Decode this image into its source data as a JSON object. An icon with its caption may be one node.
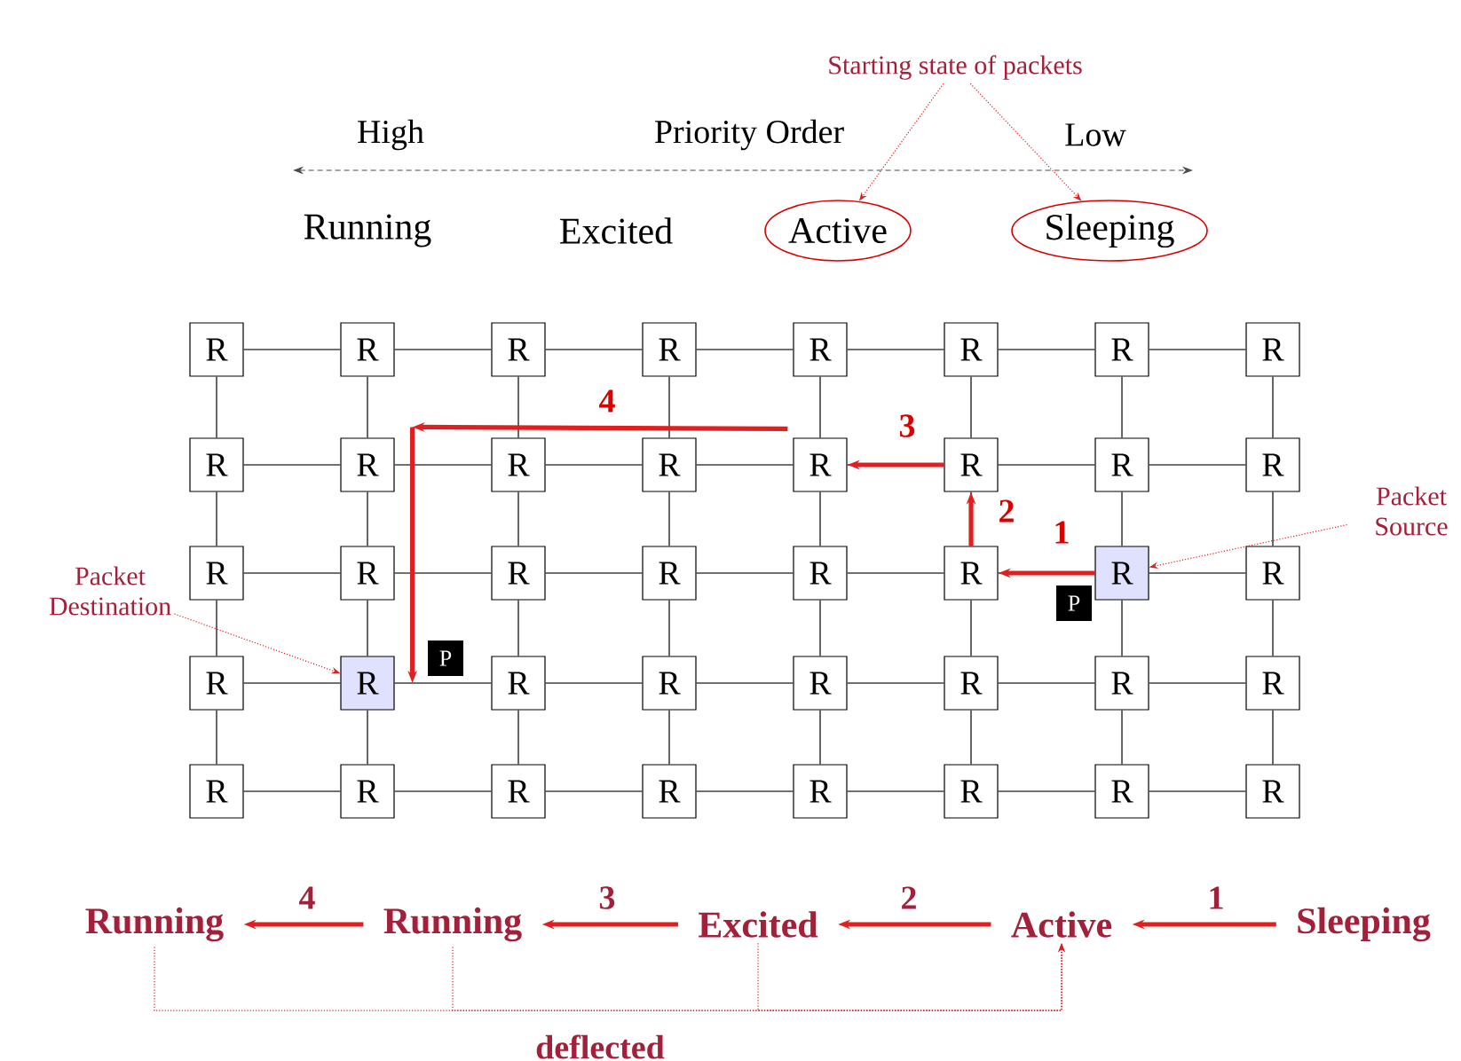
{
  "diagram": {
    "nodes": [
      {
        "text": [
          "Starting state of packets"
        ]
      },
      {
        "text": [
          "Active"
        ]
      },
      {
        "text": [
          "Sleeping"
        ]
      },
      {
        "text": [
          "R"
        ]
      },
      {
        "text": [
          "R"
        ]
      },
      {
        "text": [
          "R"
        ]
      },
      {
        "text": [
          "R"
        ]
      },
      {
        "text": [
          "R"
        ]
      },
      {
        "text": [
          "R"
        ]
      },
      {
        "text": [
          "R"
        ]
      },
      {
        "text": [
          "R"
        ]
      },
      {
        "text": [
          "R"
        ]
      },
      {
        "text": [
          "R"
        ]
      },
      {
        "text": [
          "R"
        ]
      },
      {
        "text": [
          "R"
        ]
      },
      {
        "text": [
          "R"
        ]
      },
      {
        "text": [
          "R"
        ]
      },
      {
        "text": [
          "R"
        ]
      },
      {
        "text": [
          "R"
        ]
      },
      {
        "text": [
          "R"
        ]
      },
      {
        "text": [
          "R"
        ]
      },
      {
        "text": [
          "R"
        ]
      },
      {
        "text": [
          "R"
        ]
      },
      {
        "text": [
          "R"
        ]
      },
      {
        "text": [
          "R"
        ]
      },
      {
        "text": [
          "R"
        ]
      },
      {
        "text": [
          "R"
        ]
      },
      {
        "text": [
          "R"
        ]
      },
      {
        "text": [
          "R"
        ]
      },
      {
        "text": [
          "R"
        ]
      },
      {
        "text": [
          "R"
        ]
      },
      {
        "text": [
          "R"
        ]
      },
      {
        "text": [
          "R"
        ]
      },
      {
        "text": [
          "R"
        ]
      },
      {
        "text": [
          "R"
        ]
      },
      {
        "text": [
          "R"
        ]
      },
      {
        "text": [
          "R"
        ]
      },
      {
        "text": [
          "R"
        ]
      },
      {
        "text": [
          "R"
        ]
      },
      {
        "text": [
          "R"
        ]
      },
      {
        "text": [
          "R"
        ]
      },
      {
        "text": [
          "R"
        ]
      },
      {
        "text": [
          "R"
        ]
      },
      {
        "text": [
          "Packet Source"
        ]
      },
      {
        "text": [
          "Packet Destination"
        ]
      },
      {
        "text": [
          "P"
        ]
      },
      {
        "text": [
          "P"
        ]
      },
      {
        "text": [
          "Running"
        ]
      },
      {
        "text": [
          "Running"
        ]
      },
      {
        "text": [
          "Excited"
        ]
      },
      {
        "text": [
          "Active"
        ]
      },
      {
        "text": [
          "Sleeping"
        ]
      }
    ],
    "edges": [
      {
        "from": 3,
        "to": 4,
        "arrow": "none"
      },
      {
        "from": 4,
        "to": 5,
        "arrow": "none"
      },
      {
        "from": 5,
        "to": 6,
        "arrow": "none"
      },
      {
        "from": 6,
        "to": 7,
        "arrow": "none"
      },
      {
        "from": 7,
        "to": 8,
        "arrow": "none"
      },
      {
        "from": 8,
        "to": 9,
        "arrow": "none"
      },
      {
        "from": 9,
        "to": 10,
        "arrow": "none"
      },
      {
        "from": 11,
        "to": 12,
        "arrow": "none"
      },
      {
        "from": 12,
        "to": 13,
        "arrow": "none"
      },
      {
        "from": 13,
        "to": 14,
        "arrow": "none"
      },
      {
        "from": 14,
        "to": 15,
        "arrow": "none"
      },
      {
        "from": 15,
        "to": 16,
        "arrow": "none"
      },
      {
        "from": 16,
        "to": 17,
        "arrow": "none"
      },
      {
        "from": 17,
        "to": 18,
        "arrow": "none"
      },
      {
        "from": 19,
        "to": 20,
        "arrow": "none"
      },
      {
        "from": 20,
        "to": 21,
        "arrow": "none"
      },
      {
        "from": 21,
        "to": 22,
        "arrow": "none"
      },
      {
        "from": 22,
        "to": 23,
        "arrow": "none"
      },
      {
        "from": 23,
        "to": 24,
        "arrow": "none"
      },
      {
        "from": 24,
        "to": 25,
        "arrow": "none"
      },
      {
        "from": 25,
        "to": 26,
        "arrow": "none"
      },
      {
        "from": 27,
        "to": 28,
        "arrow": "none"
      },
      {
        "from": 28,
        "to": 29,
        "arrow": "none"
      },
      {
        "from": 29,
        "to": 30,
        "arrow": "none"
      },
      {
        "from": 30,
        "to": 31,
        "arrow": "none"
      },
      {
        "from": 31,
        "to": 32,
        "arrow": "none"
      },
      {
        "from": 32,
        "to": 33,
        "arrow": "none"
      },
      {
        "from": 33,
        "to": 34,
        "arrow": "none"
      },
      {
        "from": 35,
        "to": 36,
        "arrow": "none"
      },
      {
        "from": 36,
        "to": 37,
        "arrow": "none"
      },
      {
        "from": 37,
        "to": 38,
        "arrow": "none"
      },
      {
        "from": 38,
        "to": 39,
        "arrow": "none"
      },
      {
        "from": 39,
        "to": 40,
        "arrow": "none"
      },
      {
        "from": 40,
        "to": 41,
        "arrow": "none"
      },
      {
        "from": 41,
        "to": 42,
        "arrow": "none"
      },
      {
        "from": 3,
        "to": 11,
        "arrow": "none"
      },
      {
        "from": 4,
        "to": 12,
        "arrow": "none"
      },
      {
        "from": 5,
        "to": 13,
        "arrow": "none"
      },
      {
        "from": 6,
        "to": 14,
        "arrow": "none"
      },
      {
        "from": 7,
        "to": 15,
        "arrow": "none"
      },
      {
        "from": 8,
        "to": 16,
        "arrow": "none"
      },
      {
        "from": 9,
        "to": 17,
        "arrow": "none"
      },
      {
        "from": 10,
        "to": 18,
        "arrow": "none"
      },
      {
        "from": 11,
        "to": 19,
        "arrow": "none"
      },
      {
        "from": 12,
        "to": 20,
        "arrow": "none"
      },
      {
        "from": 13,
        "to": 21,
        "arrow": "none"
      },
      {
        "from": 14,
        "to": 22,
        "arrow": "none"
      },
      {
        "from": 15,
        "to": 23,
        "arrow": "none"
      },
      {
        "from": 16,
        "to": 24,
        "arrow": "none"
      },
      {
        "from": 17,
        "to": 25,
        "arrow": "none"
      },
      {
        "from": 18,
        "to": 26,
        "arrow": "none"
      },
      {
        "from": 19,
        "to": 27,
        "arrow": "none"
      },
      {
        "from": 20,
        "to": 28,
        "arrow": "none"
      },
      {
        "from": 21,
        "to": 29,
        "arrow": "none"
      },
      {
        "from": 22,
        "to": 30,
        "arrow": "none"
      },
      {
        "from": 23,
        "to": 31,
        "arrow": "none"
      },
      {
        "from": 24,
        "to": 32,
        "arrow": "none"
      },
      {
        "from": 25,
        "to": 33,
        "arrow": "none"
      },
      {
        "from": 26,
        "to": 34,
        "arrow": "none"
      },
      {
        "from": 27,
        "to": 35,
        "arrow": "none"
      },
      {
        "from": 28,
        "to": 36,
        "arrow": "none"
      },
      {
        "from": 29,
        "to": 37,
        "arrow": "none"
      },
      {
        "from": 30,
        "to": 38,
        "arrow": "none"
      },
      {
        "from": 31,
        "to": 39,
        "arrow": "none"
      },
      {
        "from": 32,
        "to": 40,
        "arrow": "none"
      },
      {
        "from": 33,
        "to": 41,
        "arrow": "none"
      },
      {
        "from": 34,
        "to": 42,
        "arrow": "none"
      },
      {
        "from": 25,
        "to": 24,
        "arrow": "to",
        "label": "1",
        "style": "thick",
        "color": "#e02020"
      },
      {
        "from": 24,
        "to": 16,
        "arrow": "to",
        "label": "2",
        "style": "thick",
        "color": "#e02020"
      },
      {
        "from": 16,
        "to": 15,
        "arrow": "to",
        "label": "3",
        "style": "thick",
        "color": "#e02020"
      },
      {
        "from": 15,
        "to": 12,
        "arrow": "to",
        "label": "4",
        "style": "thick",
        "color": "#e02020"
      },
      {
        "from": 12,
        "to": 28,
        "arrow": "to",
        "style": "thick",
        "color": "#e02020"
      },
      {
        "from": 0,
        "to": 1,
        "arrow": "to",
        "style": "dashed",
        "color": "#e02020"
      },
      {
        "from": 0,
        "to": 2,
        "arrow": "to",
        "style": "dashed",
        "color": "#e02020"
      },
      {
        "from": 43,
        "to": 25,
        "arrow": "to",
        "style": "dashed",
        "color": "#e02020"
      },
      {
        "from": 44,
        "to": 28,
        "arrow": "to",
        "style": "dashed",
        "color": "#e02020"
      },
      {
        "from": 51,
        "to": 50,
        "arrow": "to",
        "label": "1",
        "style": "thick",
        "color": "#e02020"
      },
      {
        "from": 50,
        "to": 49,
        "arrow": "to",
        "label": "2",
        "style": "thick",
        "color": "#e02020"
      },
      {
        "from": 49,
        "to": 48,
        "arrow": "to",
        "label": "3",
        "style": "thick",
        "color": "#e02020"
      },
      {
        "from": 48,
        "to": 47,
        "arrow": "to",
        "label": "4",
        "style": "thick",
        "color": "#e02020"
      },
      {
        "from": 47,
        "to": 50,
        "arrow": "to",
        "style": "dashed",
        "color": "#e02020"
      },
      {
        "from": 48,
        "to": 50,
        "arrow": "to",
        "style": "dashed",
        "color": "#e02020"
      },
      {
        "from": 49,
        "to": 50,
        "arrow": "to",
        "style": "dashed",
        "color": "#e02020"
      }
    ],
    "labels": [
      "High",
      "Priority Order",
      "Low",
      "Running",
      "Excited",
      "deflected"
    ]
  }
}
